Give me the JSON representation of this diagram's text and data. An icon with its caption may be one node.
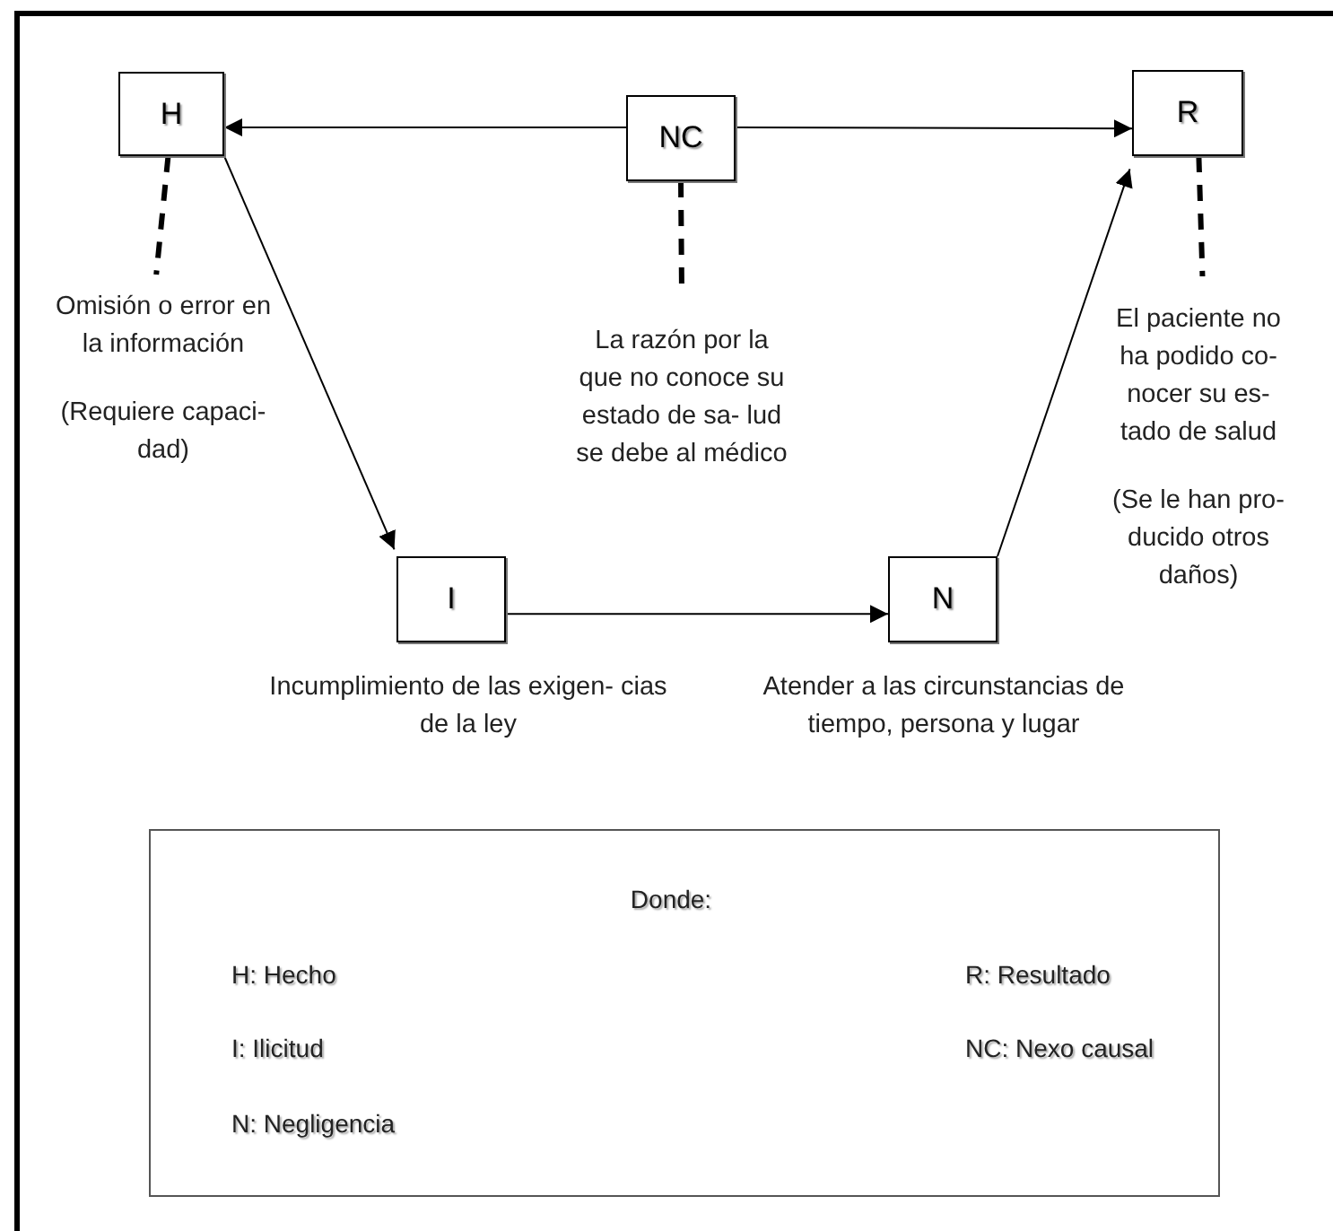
{
  "diagram": {
    "nodes": [
      {
        "text": [
          "H"
        ]
      },
      {
        "text": [
          "NC"
        ]
      },
      {
        "text": [
          "R"
        ]
      },
      {
        "text": [
          "Omisión o error en la información",
          "(Requiere capaci- dad)"
        ]
      },
      {
        "text": [
          "La razón por la que no conoce su estado de sa- lud se debe al médico"
        ]
      },
      {
        "text": [
          "El paciente no ha podido co- nocer su es- tado de salud",
          "(Se le han pro- ducido otros daños)"
        ]
      },
      {
        "text": [
          "I"
        ],
        "beside": [
          "Incumplimiento de las exigen- cias de la ley"
        ]
      },
      {
        "text": [
          "N"
        ],
        "beside": [
          "Atender a las circunstancias de tiempo, persona y lugar"
        ]
      },
      {
        "text": [
          "Donde:",
          "H: Hecho",
          "R: Resultado",
          "I: Ilicitud",
          "NC: Nexo causal",
          "N: Negligencia"
        ]
      }
    ],
    "edges": [
      {
        "from": 1,
        "to": 0,
        "arrow": "to"
      },
      {
        "from": 1,
        "to": 2,
        "arrow": "to"
      },
      {
        "from": 0,
        "to": 6,
        "arrow": "to"
      },
      {
        "from": 6,
        "to": 7,
        "arrow": "to"
      },
      {
        "from": 7,
        "to": 2,
        "arrow": "to"
      },
      {
        "from": 0,
        "to": 3,
        "arrow": "none",
        "style": "dashed"
      },
      {
        "from": 1,
        "to": 4,
        "arrow": "none",
        "style": "dashed"
      },
      {
        "from": 2,
        "to": 5,
        "arrow": "none",
        "style": "dashed"
      }
    ]
  }
}
